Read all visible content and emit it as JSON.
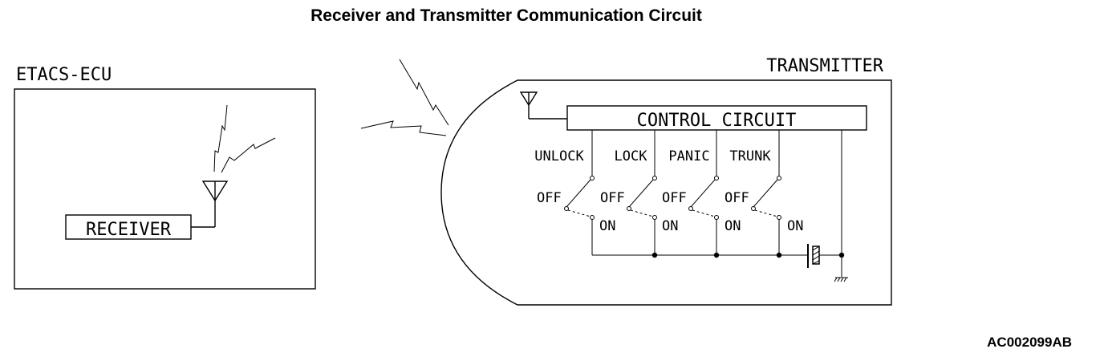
{
  "title": "Receiver and Transmitter Communication Circuit",
  "figure_code": "AC002099AB",
  "ecu": {
    "label": "ETACS-ECU",
    "receiver": "RECEIVER"
  },
  "transmitter": {
    "label": "TRANSMITTER",
    "control": "CONTROL CIRCUIT",
    "switches": [
      {
        "name": "UNLOCK",
        "off": "OFF",
        "on": "ON"
      },
      {
        "name": "LOCK",
        "off": "OFF",
        "on": "ON"
      },
      {
        "name": "PANIC",
        "off": "OFF",
        "on": "ON"
      },
      {
        "name": "TRUNK",
        "off": "OFF",
        "on": "ON"
      }
    ]
  }
}
